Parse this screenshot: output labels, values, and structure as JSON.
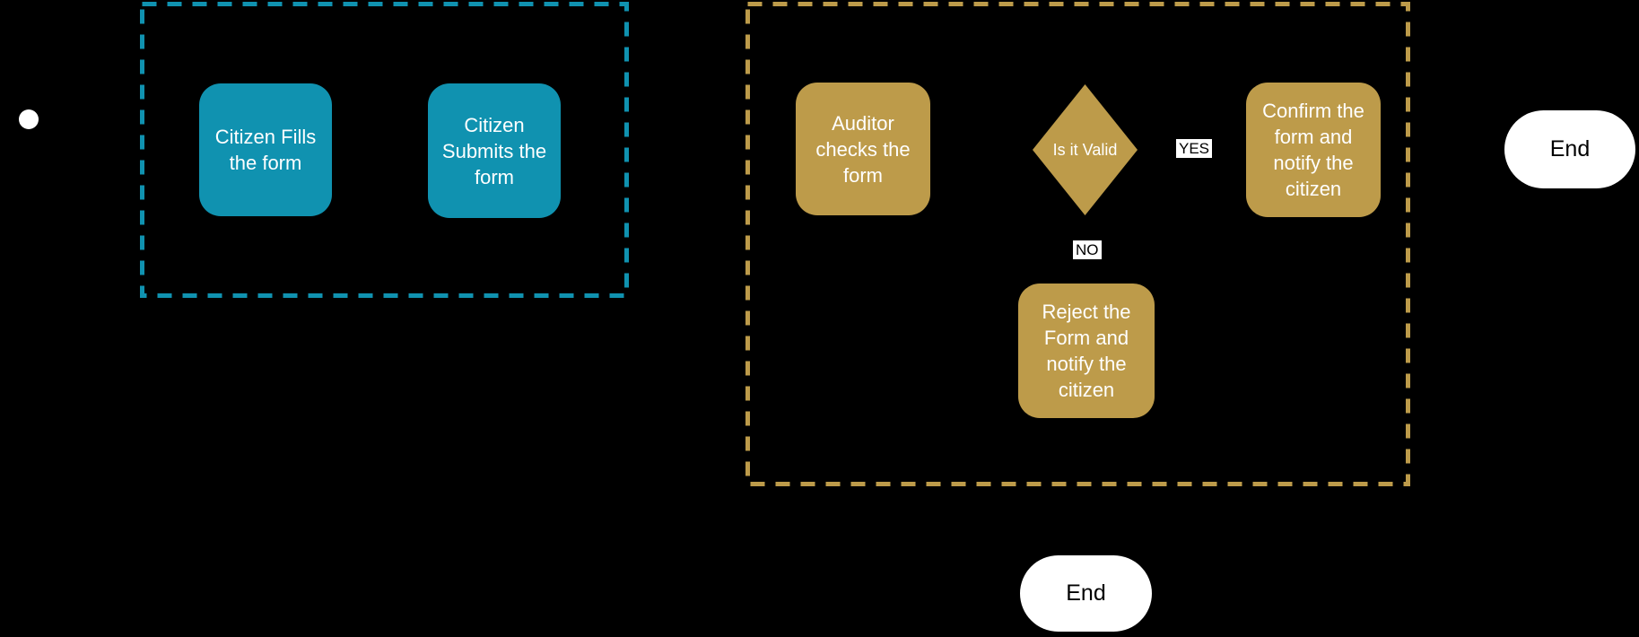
{
  "colors": {
    "background": "#000000",
    "citizen_accent": "#1092b0",
    "auditor_accent": "#bd9b4a",
    "node_text": "#ffffff",
    "terminal_fill": "#ffffff",
    "terminal_text": "#000000",
    "branch_label_bg": "#ffffff",
    "branch_label_text": "#000000"
  },
  "icons": {
    "start_event": "filled-circle"
  },
  "nodes": {
    "citizen_fills": {
      "label": "Citizen Fills\nthe form"
    },
    "citizen_submits": {
      "label": "Citizen\nSubmits the\nform"
    },
    "auditor_checks": {
      "label": "Auditor\nchecks the\nform"
    },
    "decision": {
      "label": "Is it Valid"
    },
    "confirm": {
      "label": "Confirm the\nform and\nnotify the\ncitizen"
    },
    "reject": {
      "label": "Reject the\nForm and\nnotify the\ncitizen"
    },
    "end_right": {
      "label": "End"
    },
    "end_bottom": {
      "label": "End"
    }
  },
  "branch_labels": {
    "yes": "YES",
    "no": "NO"
  }
}
